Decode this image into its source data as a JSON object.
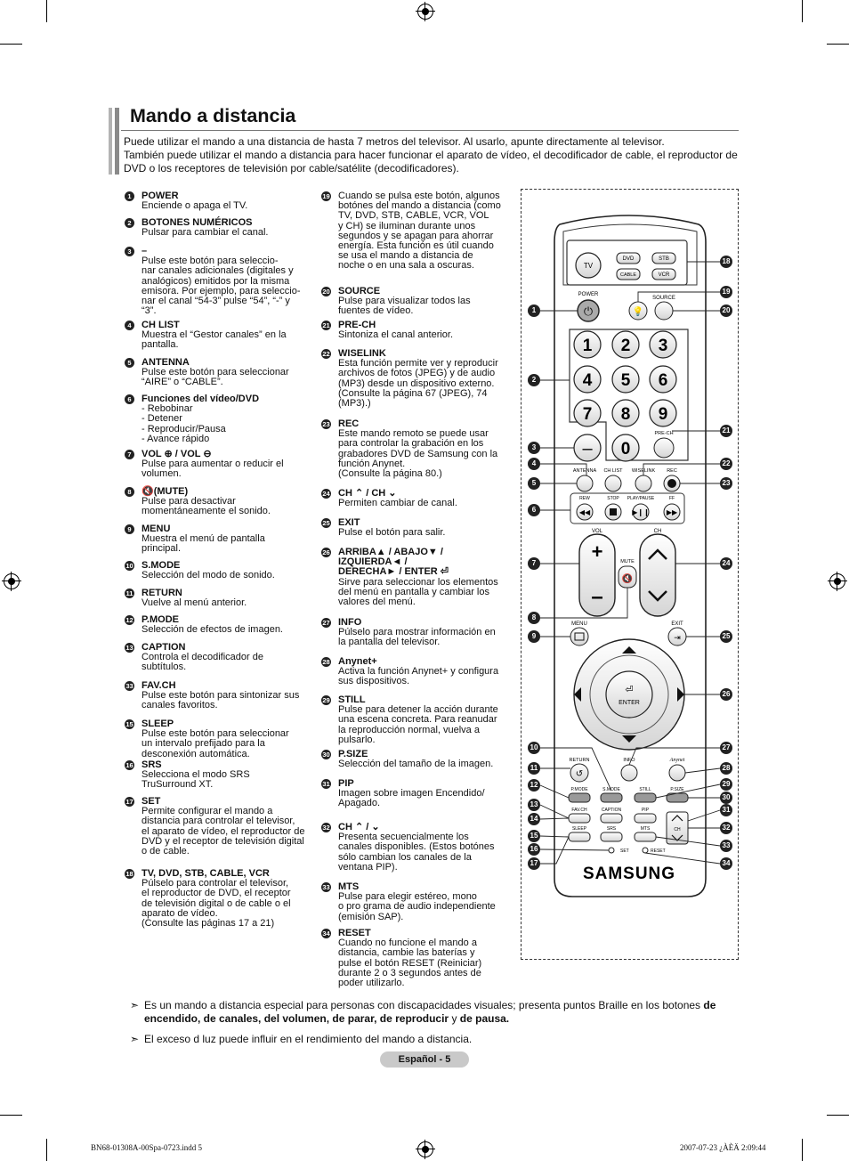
{
  "title": "Mando a distancia",
  "intro": [
    "Puede utilizar el mando a una distancia de hasta 7 metros del televisor. Al usarlo, apunte directamente al televisor.",
    "También puede utilizar el mando a distancia para hacer funcionar el aparato de vídeo, el decodificador de cable, el reproductor de DVD o los receptores de televisión por cable/satélite (decodificadores)."
  ],
  "col1": [
    {
      "n": "1",
      "t": "POWER",
      "d": "Enciende o apaga el TV."
    },
    {
      "n": "2",
      "t": "BOTONES NUMÉRICOS",
      "d": "Pulsar para cambiar el canal."
    },
    {
      "n": "3",
      "t": "–",
      "d": "Pulse este botón para seleccio-\nnar canales adicionales (digitales y\nanalógicos) emitidos por la misma\nemisora. Por ejemplo, para seleccio-\nnar el canal “54-3” pulse “54”, “-” y\n“3”."
    },
    {
      "n": "4",
      "t": "CH LIST",
      "d": "Muestra el “Gestor canales” en la\npantalla."
    },
    {
      "n": "5",
      "t": "ANTENNA",
      "d": "Pulse este botón para seleccionar\n“AIRE” o “CABLE”."
    },
    {
      "n": "6",
      "t": "Funciones del vídeo/DVD",
      "d": "- Rebobinar\n- Detener\n- Reproducir/Pausa\n- Avance rápido"
    },
    {
      "n": "7",
      "t": "VOL ⊕ / VOL ⊖",
      "d": "Pulse para aumentar o reducir el\nvolumen."
    },
    {
      "n": "8",
      "t": "🔇(MUTE)",
      "d": "Pulse para desactivar\nmomentáneamente el sonido."
    },
    {
      "n": "9",
      "t": "MENU",
      "d": "Muestra el menú de pantalla\nprincipal."
    },
    {
      "n": "10",
      "t": "S.MODE",
      "d": "Selección del modo de sonido."
    },
    {
      "n": "11",
      "t": "RETURN",
      "d": "Vuelve al menú anterior."
    },
    {
      "n": "12",
      "t": "P.MODE",
      "d": "Selección de efectos de imagen."
    },
    {
      "n": "13",
      "t": "CAPTION",
      "d": "Controla el decodificador de\nsubtítulos."
    },
    {
      "n": "33",
      "t": "FAV.CH",
      "d": "Pulse este botón para sintonizar sus\ncanales favoritos."
    },
    {
      "n": "15",
      "t": "SLEEP",
      "d": "Pulse este botón para seleccionar\nun intervalo prefijado para la\ndesconexión automática."
    },
    {
      "n": "16",
      "t": "SRS",
      "d": "Selecciona el modo SRS\nTruSurround XT."
    },
    {
      "n": "17",
      "t": "SET",
      "d": "Permite configurar el mando a\ndistancia para controlar el televisor,\nel aparato de vídeo, el reproductor de\nDVD y el receptor de televisión digital\no de cable."
    },
    {
      "n": "18",
      "t": "TV, DVD, STB, CABLE, VCR",
      "d": "Púlselo para controlar el televisor,\nel reproductor de DVD, el receptor\nde televisión digital o de cable o el\naparato de vídeo.\n(Consulte las páginas 17 a 21)"
    }
  ],
  "col2": [
    {
      "n": "19",
      "t": "",
      "d": "Cuando se pulsa este botón, algunos\nbotónes del mando a distancia (como\nTV, DVD, STB, CABLE, VCR, VOL\ny CH) se iluminan durante unos\nsegundos y se apagan para ahorrar\nenergía. Esta función es útil cuando\nse usa el mando a distancia de\nnoche o en una sala a oscuras."
    },
    {
      "n": "20",
      "t": "SOURCE",
      "d": "Pulse para visualizar todos las\nfuentes de vídeo."
    },
    {
      "n": "21",
      "t": "PRE-CH",
      "d": "Sintoniza el canal anterior."
    },
    {
      "n": "22",
      "t": "WISELINK",
      "d": "Esta función permite ver y reproducir\narchivos de fotos (JPEG) y de audio\n(MP3) desde un dispositivo externo.\n(Consulte la página 67 (JPEG), 74\n(MP3).)"
    },
    {
      "n": "23",
      "t": "REC",
      "d": "Este mando remoto se puede usar\npara controlar la grabación en los\ngrabadores DVD de Samsung con la\nfunción Anynet.\n(Consulte la página 80.)"
    },
    {
      "n": "24",
      "t": "CH ⌃ / CH ⌄",
      "d": "Permiten cambiar de canal."
    },
    {
      "n": "25",
      "t": "EXIT",
      "d": "Pulse el botón para salir."
    },
    {
      "n": "26",
      "t": "ARRIBA▲ / ABAJO▼ /\nIZQUIERDA◄ /\nDERECHA► / ENTER ⏎",
      "d": "Sirve para seleccionar los elementos\ndel menú en pantalla y cambiar los\nvalores del menú."
    },
    {
      "n": "27",
      "t": "INFO",
      "d": "Púlselo para mostrar información en\nla pantalla del televisor."
    },
    {
      "n": "28",
      "t": "Anynet+",
      "d": "Activa la función Anynet+ y configura\nsus dispositivos."
    },
    {
      "n": "29",
      "t": "STILL",
      "d": "Pulse para detener la acción durante\nuna escena concreta. Para reanudar\nla reproducción normal, vuelva a\npulsarlo."
    },
    {
      "n": "30",
      "t": "P.SIZE",
      "d": "Selección del tamaño de la imagen."
    },
    {
      "n": "31",
      "t": "PIP",
      "d": "Imagen sobre imagen Encendido/\nApagado."
    },
    {
      "n": "32",
      "t": "CH ⌃ / ⌄",
      "d": "Presenta secuencialmente los\ncanales disponibles. (Estos botónes\nsólo cambian los canales de la\nventana PIP)."
    },
    {
      "n": "33",
      "t": "MTS",
      "d": "Pulse para elegir estéreo, mono\no pro grama de audio independiente\n(emisión SAP)."
    },
    {
      "n": "34",
      "t": "RESET",
      "d": "Cuando no funcione el mando a\ndistancia, cambie las baterías y\npulse el botón RESET (Reiniciar)\ndurante 2 o 3 segundos antes de\npoder utilizarlo."
    }
  ],
  "remote": {
    "tv": "TV",
    "dvd": "DVD",
    "stb": "STB",
    "cable": "CABLE",
    "vcr": "VCR",
    "power": "POWER",
    "source": "SOURCE",
    "digits": [
      "1",
      "2",
      "3",
      "4",
      "5",
      "6",
      "7",
      "8",
      "9",
      "0"
    ],
    "dash": "–",
    "prech": "PRE-CH",
    "antenna": "ANTENNA",
    "chlist": "CH LIST",
    "wiselink": "WISELINK",
    "rec": "REC",
    "rew": "REW",
    "stop": "STOP",
    "playpause": "PLAY/PAUSE",
    "ff": "FF",
    "vol": "VOL",
    "ch": "CH",
    "mute": "MUTE",
    "menu": "MENU",
    "exit": "EXIT",
    "enter": "ENTER",
    "return": "RETURN",
    "info": "INFO",
    "anynet": "Anynet",
    "pmode": "P.MODE",
    "smode": "S.MODE",
    "still": "STILL",
    "psize": "P.SIZE",
    "favch": "FAV.CH",
    "caption": "CAPTION",
    "pip": "PIP",
    "sleep": "SLEEP",
    "srs": "SRS",
    "mts": "MTS",
    "pipch": "CH",
    "set": "SET",
    "reset": "RESET",
    "brand": "SAMSUNG",
    "callouts_left": [
      "1",
      "2",
      "3",
      "4",
      "5",
      "6",
      "7",
      "8",
      "9",
      "10",
      "11",
      "12",
      "13",
      "14",
      "15",
      "16",
      "17"
    ],
    "callouts_right": [
      "18",
      "19",
      "20",
      "21",
      "22",
      "23",
      "24",
      "25",
      "26",
      "27",
      "28",
      "29",
      "30",
      "31",
      "32",
      "33",
      "34"
    ]
  },
  "notes": {
    "arrow": "➣",
    "n1_a": "Es un mando a distancia especial para personas con discapacidades visuales; presenta puntos Braille en los botones ",
    "n1_b": "de encendido, de canales, del volumen, de parar, de reproducir",
    "n1_c": " y ",
    "n1_d": "de pausa.",
    "n2": "El exceso d luz puede influir en el rendimiento del mando a distancia."
  },
  "footer": "Español - 5",
  "file_left": "BN68-01308A-00Spa-0723.indd   5",
  "file_right": "2007-07-23   ¿ÀÈÄ 2:09:44"
}
